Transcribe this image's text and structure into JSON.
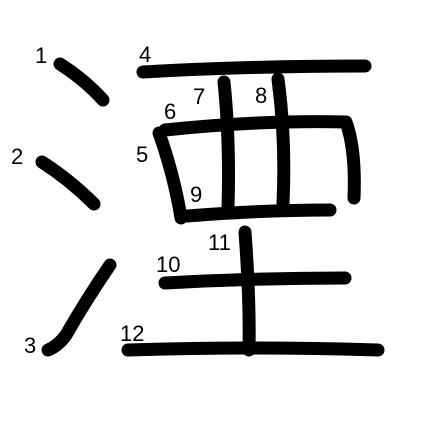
{
  "character": "湮",
  "ink_color": "#000000",
  "background_color": "#ffffff",
  "stroke_numbers": [
    "1",
    "2",
    "3",
    "4",
    "5",
    "6",
    "7",
    "8",
    "9",
    "10",
    "11",
    "12"
  ]
}
